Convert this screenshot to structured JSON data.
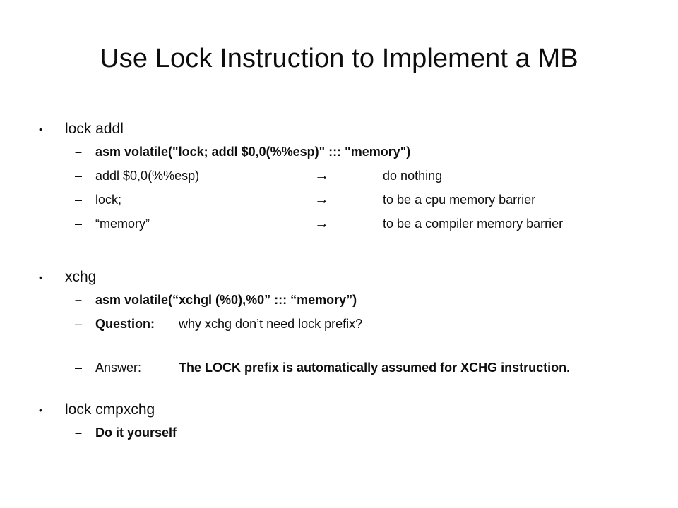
{
  "slide": {
    "title": "Use Lock Instruction to Implement a MB",
    "background_color": "#ffffff",
    "text_color": "#0d0d0d",
    "bullet_glyph": "•",
    "dash_glyph": "–",
    "arrow_glyph": "→"
  },
  "sections": [
    {
      "heading": "lock addl",
      "items": [
        {
          "text": "asm volatile(\"lock; addl $0,0(%%esp)\" ::: \"memory\")"
        },
        {
          "left": "addl $0,0(%%esp)",
          "arrow": "→",
          "right": "do nothing"
        },
        {
          "left": "lock;",
          "arrow": "→",
          "right": "to be a cpu memory barrier"
        },
        {
          "left": "“memory”",
          "arrow": "→",
          "right": "to be a compiler memory barrier"
        }
      ]
    },
    {
      "heading": "xchg",
      "items": [
        {
          "text": "asm volatile(“xchgl (%0),%0” ::: “memory”)"
        },
        {
          "label": "Question:",
          "value": "why xchg don’t need lock prefix?"
        },
        {
          "label": "Answer:",
          "value": "The LOCK prefix is automatically assumed for XCHG instruction."
        }
      ]
    },
    {
      "heading": "lock cmpxchg",
      "items": [
        {
          "text": "Do it yourself"
        }
      ]
    }
  ]
}
